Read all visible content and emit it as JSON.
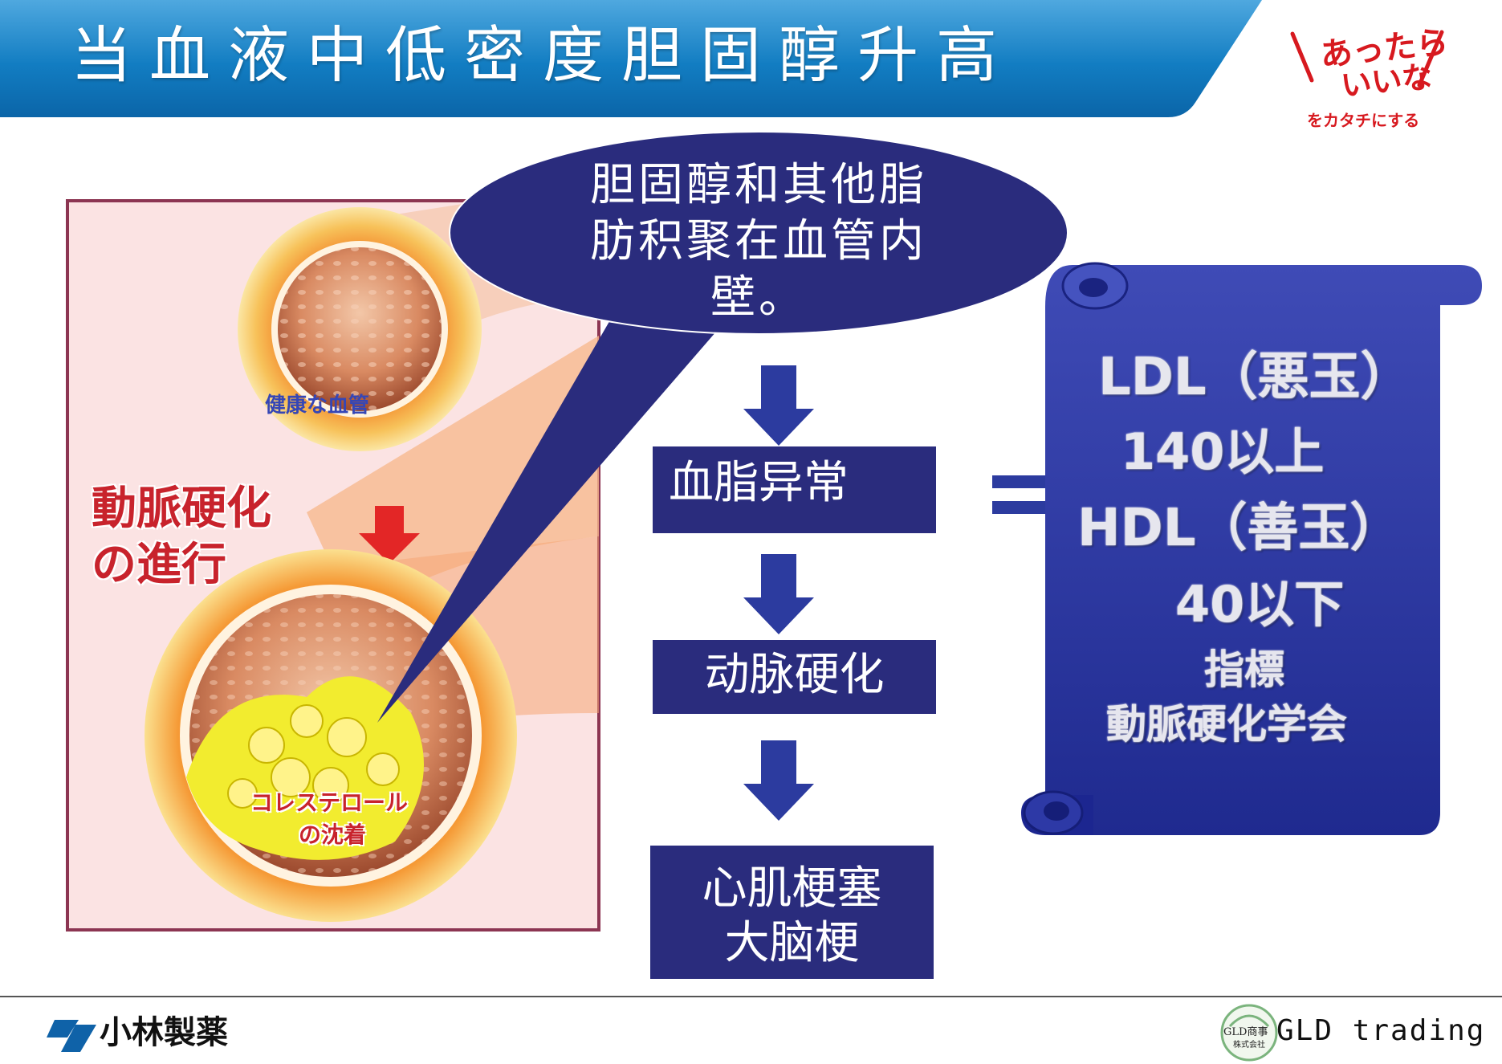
{
  "slide": {
    "title": "当血液中低密度胆固醇升高"
  },
  "brand": {
    "logo_line1": "あったら",
    "logo_line2": "いいな",
    "logo_tagline": "をカタチにする"
  },
  "illustration": {
    "healthy_label": "健康な血管",
    "progress_label_1": "動脈硬化",
    "progress_label_2": "の進行",
    "deposit_label_1": "コレステロール",
    "deposit_label_2": "の沈着"
  },
  "bubble": {
    "line1": "胆固醇和其他脂",
    "line2": "肪积聚在血管内",
    "line3": "壁。"
  },
  "flow": {
    "step1": "血脂异常",
    "step2": "动脉硬化",
    "step3_line1": "心肌梗塞",
    "step3_line2": "大脑梗"
  },
  "scroll": {
    "ldl": "LDL（悪玉）",
    "ldl_value": "140以上",
    "hdl": "HDL（善玉）",
    "hdl_value": "40以下",
    "index": "指標",
    "society": "動脈硬化学会"
  },
  "footer": {
    "left_company": "小林製薬",
    "right_seal_1": "GLD商事",
    "right_seal_2": "株式会社",
    "right_company": "GLD trading"
  },
  "colors": {
    "header_blue": "#0f7fc4",
    "navy": "#2a2c7d",
    "scroll_blue": "#2a35a8",
    "accent_red": "#d7191f"
  }
}
